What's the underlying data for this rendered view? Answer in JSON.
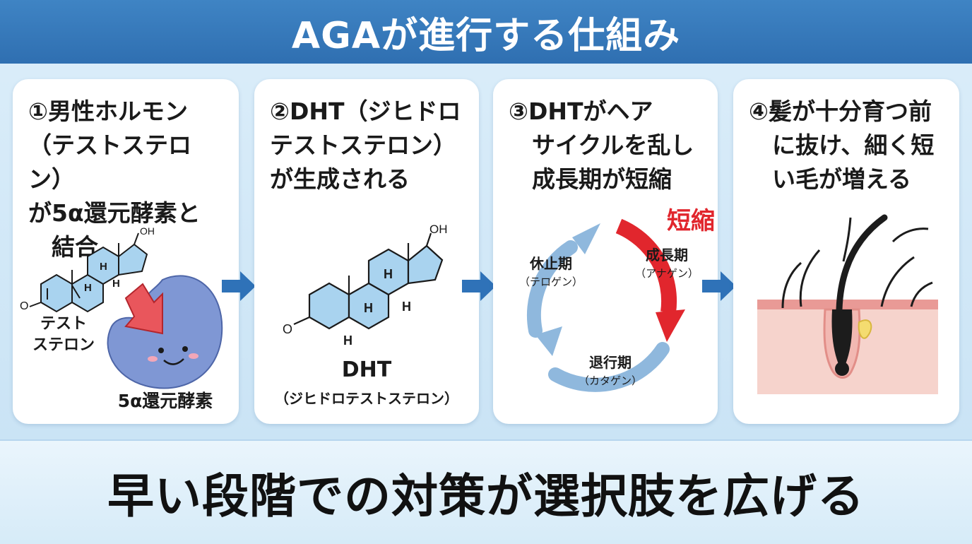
{
  "header": {
    "title": "AGAが進行する仕組み"
  },
  "steps": [
    {
      "title": "①男性ホルモン\n（テストステロン）\nが5α還元酵素と\n　結合",
      "oh_label": "OH",
      "o_label": "O",
      "h_label": "H",
      "molecule_label": "テスト\nステロン",
      "enzyme_label": "5α還元酵素"
    },
    {
      "title": "②DHT（ジヒドロ\nテストステロン）\nが生成される",
      "oh_label": "OH",
      "o_label": "O",
      "h_label": "H",
      "name": "DHT",
      "subname": "（ジヒドロテストステロン）"
    },
    {
      "title": "③DHTがヘア\n　サイクルを乱し\n　成長期が短縮",
      "shorten_label": "短縮",
      "phases": [
        {
          "name": "成長期",
          "reading": "（アナゲン）"
        },
        {
          "name": "退行期",
          "reading": "（カタゲン）"
        },
        {
          "name": "休止期",
          "reading": "（テロゲン）"
        }
      ]
    },
    {
      "title": "④髪が十分育つ前\n　に抜け、細く短\n　い毛が増える"
    }
  ],
  "footer": {
    "message": "早い段階での対策が選択肢を広げる"
  },
  "colors": {
    "header_blue": "#3a7dbf",
    "arrow_blue": "#2f72b8",
    "molecule_fill": "#a9d3ef",
    "enzyme_fill": "#7f97d4",
    "accent_red": "#e1262d",
    "cycle_blue": "#8fb8dd",
    "skin": "#f6d3cc"
  }
}
